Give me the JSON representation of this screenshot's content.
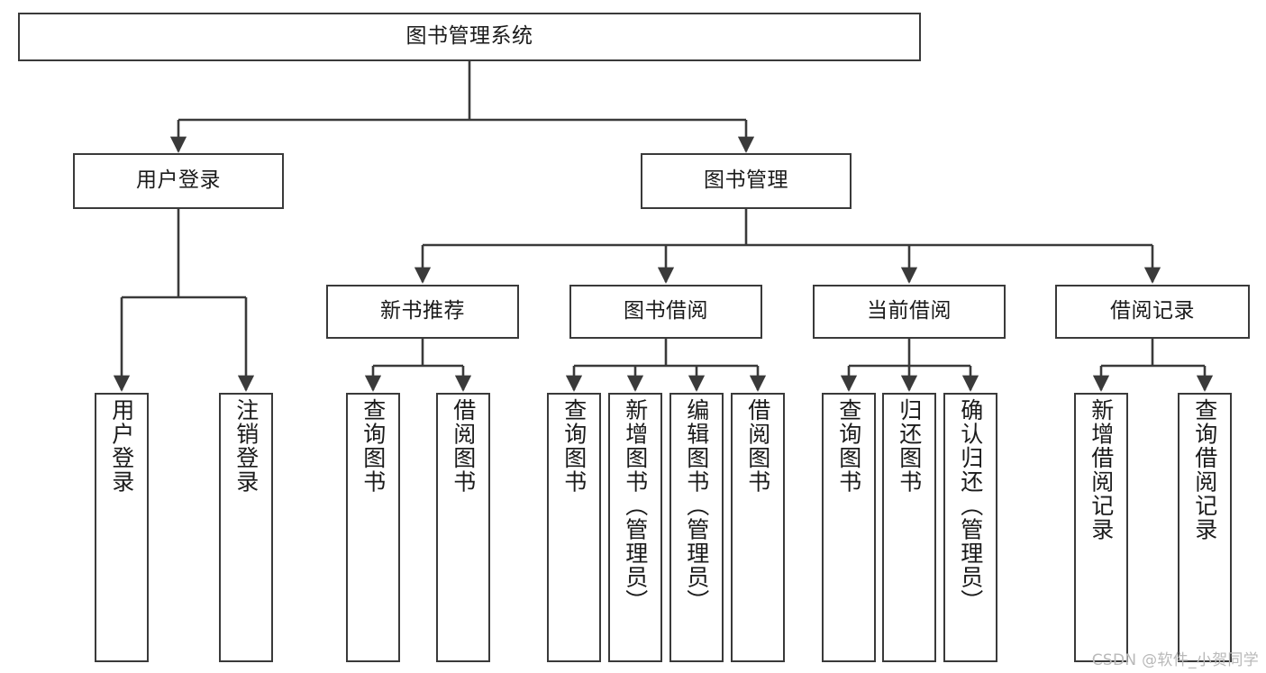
{
  "diagram": {
    "title": "图书管理系统",
    "type": "hierarchy-tree",
    "root": {
      "id": "root",
      "label": "图书管理系统"
    },
    "level1": [
      {
        "id": "user-login",
        "label": "用户登录"
      },
      {
        "id": "book-management",
        "label": "图书管理"
      }
    ],
    "level2": [
      {
        "id": "new-book-recommend",
        "label": "新书推荐"
      },
      {
        "id": "book-borrow",
        "label": "图书借阅"
      },
      {
        "id": "current-borrow",
        "label": "当前借阅"
      },
      {
        "id": "borrow-record",
        "label": "借阅记录"
      }
    ],
    "leaves": {
      "user-login": [
        {
          "id": "leaf-user-login",
          "label": "用户登录"
        },
        {
          "id": "leaf-logout-login",
          "label": "注销登录"
        }
      ],
      "new-book-recommend": [
        {
          "id": "leaf-query-book-1",
          "label": "查询图书"
        },
        {
          "id": "leaf-borrow-book-1",
          "label": "借阅图书"
        }
      ],
      "book-borrow": [
        {
          "id": "leaf-query-book-2",
          "label": "查询图书"
        },
        {
          "id": "leaf-add-book",
          "label": "新增图书（管理员）"
        },
        {
          "id": "leaf-edit-book",
          "label": "编辑图书（管理员）"
        },
        {
          "id": "leaf-borrow-book-2",
          "label": "借阅图书"
        }
      ],
      "current-borrow": [
        {
          "id": "leaf-query-book-3",
          "label": "查询图书"
        },
        {
          "id": "leaf-return-book",
          "label": "归还图书"
        },
        {
          "id": "leaf-confirm-return",
          "label": "确认归还（管理员）"
        }
      ],
      "borrow-record": [
        {
          "id": "leaf-add-record",
          "label": "新增借阅记录"
        },
        {
          "id": "leaf-query-record",
          "label": "查询借阅记录"
        }
      ]
    }
  },
  "watermark": {
    "text": "CSDN @软件_小贺同学"
  },
  "colors": {
    "border": "#3a3a3a",
    "background": "#ffffff",
    "text": "#1a1a1a",
    "watermark": "#b9b9b9"
  }
}
